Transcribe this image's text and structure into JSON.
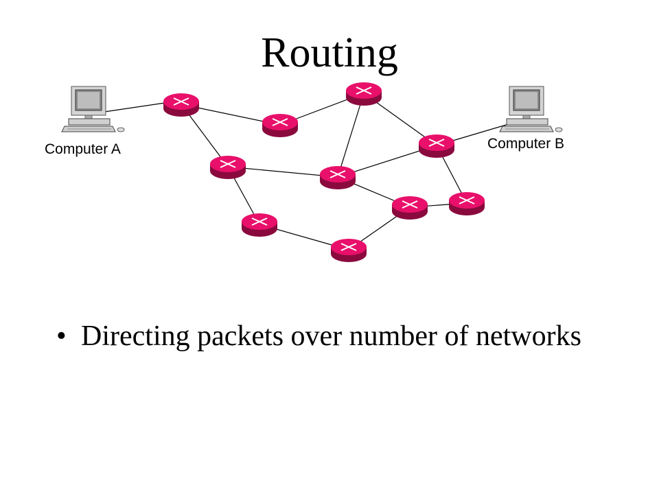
{
  "slide": {
    "title": "Routing",
    "bullets": [
      "Directing packets over number of networks"
    ]
  },
  "diagram": {
    "computers": [
      {
        "id": "A",
        "label": "Computer A"
      },
      {
        "id": "B",
        "label": "Computer B"
      }
    ],
    "routers": [
      "r1",
      "r2",
      "r3",
      "r4",
      "r5",
      "r6",
      "r7",
      "r8",
      "r9",
      "r10"
    ],
    "links": [
      [
        "A",
        "r1"
      ],
      [
        "r1",
        "r2"
      ],
      [
        "r2",
        "r3"
      ],
      [
        "r3",
        "r4"
      ],
      [
        "r3",
        "r6"
      ],
      [
        "B",
        "r4"
      ],
      [
        "r1",
        "r5"
      ],
      [
        "r5",
        "r6"
      ],
      [
        "r6",
        "r4"
      ],
      [
        "r4",
        "r8"
      ],
      [
        "r6",
        "r7"
      ],
      [
        "r7",
        "r8"
      ],
      [
        "r5",
        "r9"
      ],
      [
        "r9",
        "r10"
      ],
      [
        "r10",
        "r7"
      ]
    ],
    "colors": {
      "router": "#e8106a",
      "router_dark": "#8a0a3e",
      "link": "#000000"
    }
  }
}
